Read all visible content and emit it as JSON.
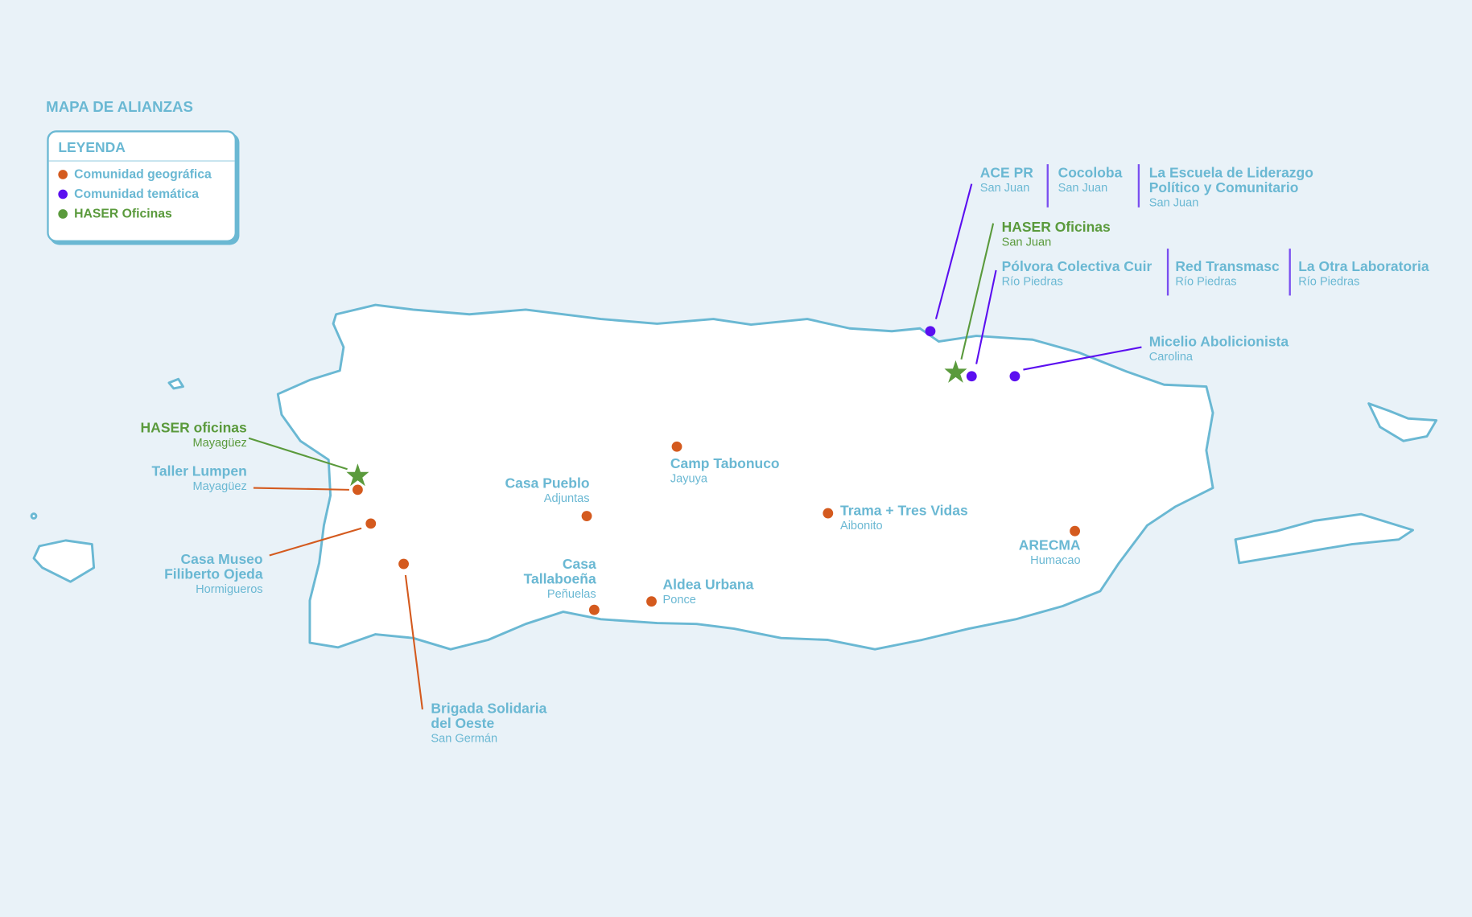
{
  "title": "MAPA DE ALIANZAS",
  "legend": {
    "heading": "LEYENDA",
    "items": [
      {
        "label": "Comunidad geográfica",
        "color": "#d45a1e"
      },
      {
        "label": "Comunidad temática",
        "color": "#5b0ff0"
      },
      {
        "label": "HASER Oficinas",
        "color": "#5a9a3c"
      }
    ]
  },
  "colors": {
    "background": "#e9f2f8",
    "land": "#ffffff",
    "coast": "#6ab8d3",
    "geographic": "#d45a1e",
    "thematic": "#5b0ff0",
    "haser": "#5a9a3c"
  },
  "locations": {
    "ace": {
      "name": "ACE PR",
      "place": "San Juan"
    },
    "cocoloba": {
      "name": "Cocoloba",
      "place": "San Juan"
    },
    "escuela": {
      "name1": "La Escuela de Liderazgo",
      "name2": "Político y Comunitario",
      "place": "San Juan"
    },
    "haser_sj": {
      "name": "HASER Oficinas",
      "place": "San Juan"
    },
    "polvora": {
      "name": "Pólvora Colectiva Cuir",
      "place": "Río Piedras"
    },
    "red": {
      "name": "Red Transmasc",
      "place": "Río Piedras"
    },
    "otra": {
      "name": "La Otra Laboratoria",
      "place": "Río Piedras"
    },
    "micelio": {
      "name": "Micelio Abolicionista",
      "place": "Carolina"
    },
    "haser_may": {
      "name": "HASER oficinas",
      "place": "Mayagüez"
    },
    "taller": {
      "name": "Taller Lumpen",
      "place": "Mayagüez"
    },
    "museo": {
      "name1": "Casa Museo",
      "name2": "Filiberto Ojeda",
      "place": "Hormigueros"
    },
    "brigada": {
      "name1": "Brigada Solidaria",
      "name2": "del Oeste",
      "place": "San Germán"
    },
    "pueblo": {
      "name": "Casa Pueblo",
      "place": "Adjuntas"
    },
    "tabonuco": {
      "name": "Camp Tabonuco",
      "place": "Jayuya"
    },
    "trama": {
      "name": "Trama + Tres Vidas",
      "place": "Aibonito"
    },
    "arecma": {
      "name": "ARECMA",
      "place": "Humacao"
    },
    "aldea": {
      "name": "Aldea Urbana",
      "place": "Ponce"
    },
    "tallaboena": {
      "name1": "Casa",
      "name2": "Tallaboeña",
      "place": "Peñuelas"
    }
  }
}
